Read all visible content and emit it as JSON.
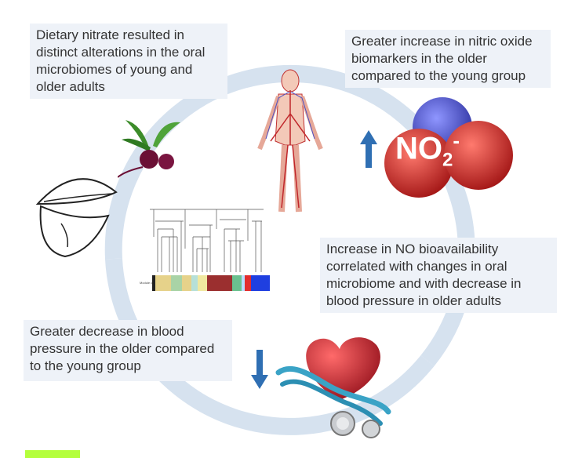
{
  "captions": {
    "nitrate_alterations": "Dietary nitrate resulted in distinct alterations in the oral microbiomes of young and older adults",
    "nitric_oxide_increase": "Greater increase in nitric oxide biomarkers in the older compared to the young group",
    "bioavailability": "Increase in NO bioavailability correlated with changes in oral microbiome and with decrease in blood pressure in older adults",
    "blood_pressure_decrease": "Greater decrease in blood pressure in the older compared to the young group"
  },
  "molecule": {
    "formula_base": "NO",
    "formula_sub": "2",
    "formula_sup": "-"
  },
  "colors": {
    "cycle_ring": "#d6e2ef",
    "caption_bg": "#eef2f8",
    "arrow": "#2f6fb3",
    "oxygen": "#d42a2a",
    "nitrogen": "#4a4fc4",
    "heart": "#c8192b",
    "stethoscope": "#3aa3c6",
    "dendrogram_bar": [
      "#222222",
      "#e6d28a",
      "#a9d3a6",
      "#e6d28a",
      "#b6e0d8",
      "#f0e8a0",
      "#9b2f2f",
      "#6ac18f",
      "#b8dcff",
      "#e22d2d",
      "#1f3fe0"
    ]
  },
  "icons": [
    "mouth-icon",
    "beetroot-icon",
    "human-vascular-icon",
    "nitrite-molecule-icon",
    "dendrogram-icon",
    "heart-stethoscope-icon",
    "up-arrow-icon",
    "down-arrow-icon"
  ]
}
